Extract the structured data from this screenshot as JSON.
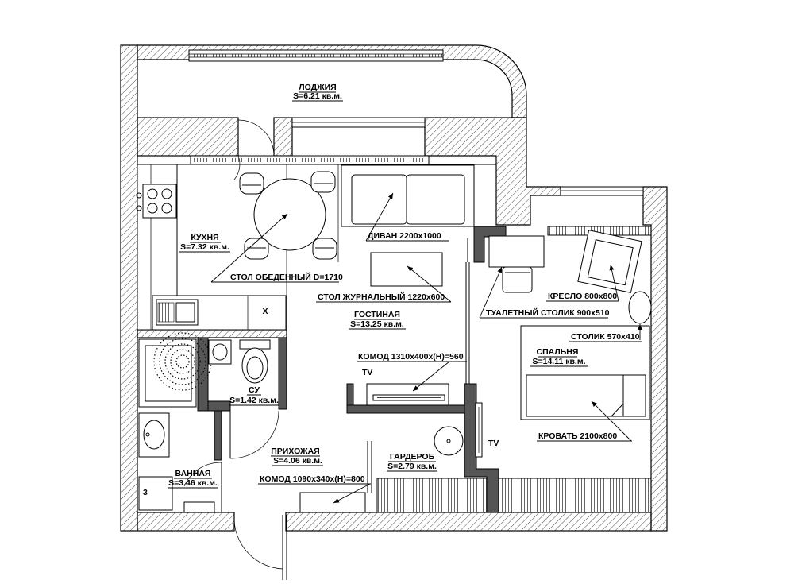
{
  "plan": {
    "rooms": {
      "loggia": {
        "name": "ЛОДЖИЯ",
        "area": "S=6.21 кв.м."
      },
      "kitchen": {
        "name": "КУХНЯ",
        "area": "S=7.32 кв.м."
      },
      "living": {
        "name": "ГОСТИНАЯ",
        "area": "S=13.25 кв.м."
      },
      "bedroom": {
        "name": "СПАЛЬНЯ",
        "area": "S=14.11 кв.м."
      },
      "toilet": {
        "name": "СУ",
        "area": "S=1.42 кв.м."
      },
      "hallway": {
        "name": "ПРИХОЖАЯ",
        "area": "S=4.06 кв.м."
      },
      "wardrobe": {
        "name": "ГАРДЕРОБ",
        "area": "S=2.79 кв.м."
      },
      "bathroom": {
        "name": "ВАННАЯ",
        "area": "S=3.46 кв.м."
      }
    },
    "furniture": {
      "sofa": "ДИВАН 2200x1000",
      "dining_table": "СТОЛ ОБЕДЕННЫЙ D=1710",
      "coffee_table": "СТОЛ ЖУРНАЛЬНЫЙ 1220x600",
      "armchair": "КРЕСЛО 800x800",
      "dressing_table": "ТУАЛЕТНЫЙ СТОЛИК 900x510",
      "side_table": "СТОЛИК 570x410",
      "living_commode": "КОМОД 1310x400x(Н)=560",
      "bed": "КРОВАТЬ 2100x800",
      "hall_commode": "КОМОД 1090x340x(Н)=800"
    },
    "marks": {
      "tv_living": "TV",
      "tv_bedroom": "TV",
      "fridge": "X",
      "cabinet": "3"
    }
  },
  "colors": {
    "background": "#ffffff",
    "line": "#000000",
    "partition_fill": "#555555"
  }
}
